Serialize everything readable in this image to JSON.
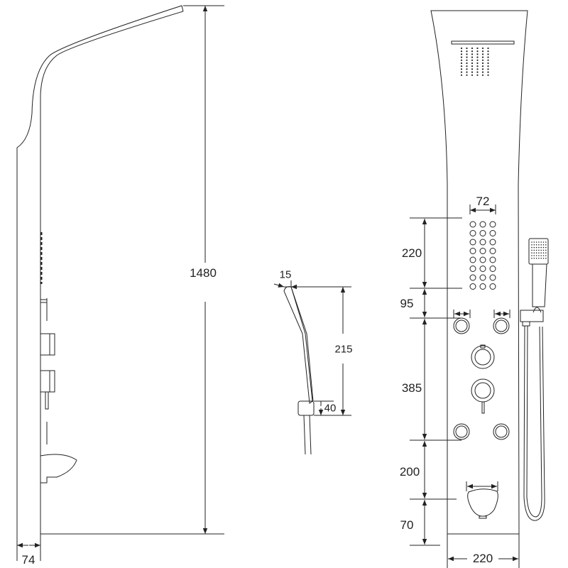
{
  "drawing": {
    "side_view": {
      "height_label": "1480",
      "depth_label": "74"
    },
    "hand_shower_view": {
      "width_label": "15",
      "length_label": "215",
      "holder_label": "40"
    },
    "front_view": {
      "body_jets_spacing_label": "72",
      "vertical_dimensions": [
        "220",
        "95",
        "385",
        "200",
        "70"
      ],
      "width_label": "220"
    }
  }
}
